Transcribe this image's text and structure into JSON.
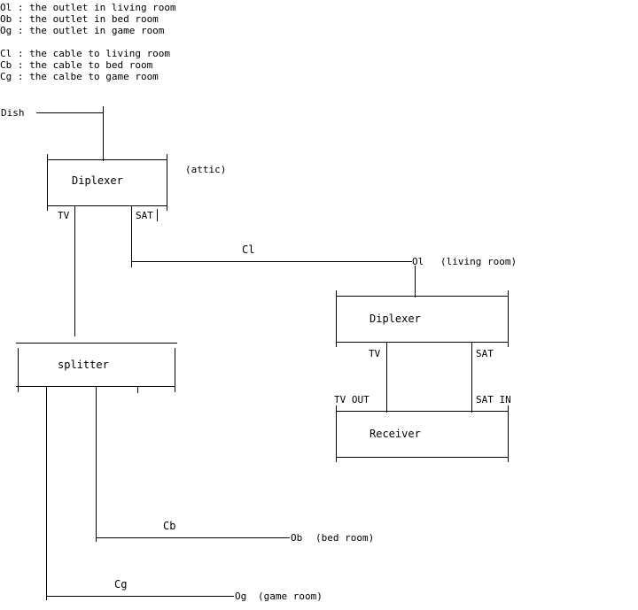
{
  "legend": {
    "outlets": [
      "Ol : the outlet in living room",
      "Ob : the outlet in bed room",
      "Og : the outlet in game room"
    ],
    "cables": [
      "Cl : the cable to living room",
      "Cb : the cable to bed room",
      "Cg : the calbe to game room"
    ]
  },
  "diagram": {
    "dish": "Dish",
    "attic_diplexer": "Diplexer",
    "attic_note": "(attic)",
    "attic_tv": "TV",
    "attic_sat": "SAT",
    "cable_living": "Cl",
    "outlet_living": "Ol",
    "living_note": "(living room)",
    "living_diplexer": "Diplexer",
    "living_tv": "TV",
    "living_sat": "SAT",
    "tv_out": "TV OUT",
    "sat_in": "SAT IN",
    "receiver": "Receiver",
    "splitter": "splitter",
    "cable_bed": "Cb",
    "outlet_bed": "Ob",
    "bed_note": "(bed room)",
    "cable_game": "Cg",
    "outlet_game": "Og",
    "game_note": "(game room)"
  }
}
